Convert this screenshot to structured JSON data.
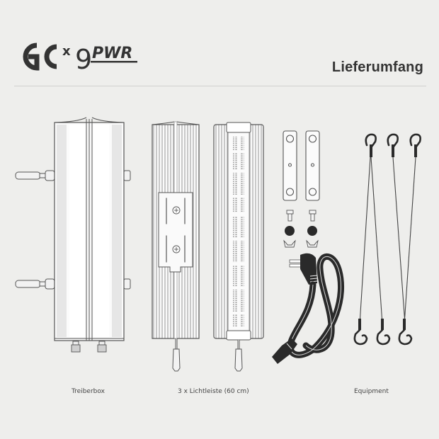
{
  "header": {
    "logo": {
      "mark": "GC",
      "multiplier": "x",
      "number": "9",
      "suffix": "PWR"
    },
    "title": "Lieferumfang"
  },
  "items": [
    {
      "id": "driver-box",
      "label": "Treiberbox"
    },
    {
      "id": "light-bars",
      "label": "3 x Lichtleiste (60 cm)"
    },
    {
      "id": "equipment",
      "label": "Equipment"
    }
  ],
  "colors": {
    "background": "#eeeeec",
    "ink": "#333333",
    "outline": "#555555",
    "divider": "#cfcfcd"
  }
}
